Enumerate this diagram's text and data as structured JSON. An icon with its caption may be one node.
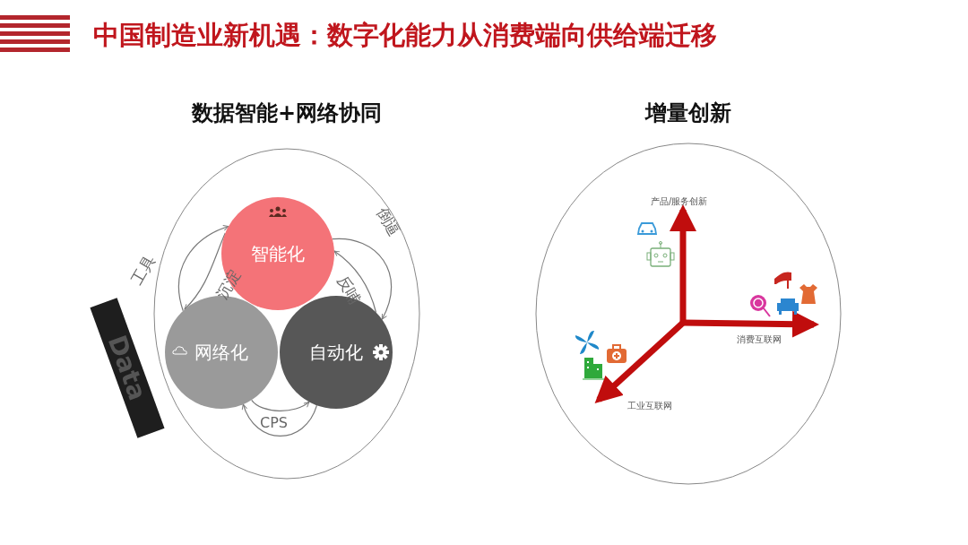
{
  "diagram": {
    "title": "中国制造业新机遇：数字化能力从消费端向供给端迁移",
    "nodes": [
      {
        "text": [
          "数据智能+网络协同"
        ]
      },
      {
        "text": [
          "智能化"
        ],
        "in": 0
      },
      {
        "text": [
          "网络化"
        ],
        "in": 0
      },
      {
        "text": [
          "自动化"
        ],
        "in": 0
      },
      {
        "text": [
          "Data"
        ]
      },
      {
        "text": [
          "增量创新"
        ]
      }
    ],
    "edges": [
      {
        "from": 2,
        "to": 1,
        "arrow": "to",
        "label": "工具"
      },
      {
        "from": 1,
        "to": 2,
        "arrow": "to",
        "label": "沉淀"
      },
      {
        "from": 3,
        "to": 1,
        "arrow": "to",
        "label": "反哺"
      },
      {
        "from": 1,
        "to": 3,
        "arrow": "to",
        "label": "倒逼"
      },
      {
        "from": 2,
        "to": 3,
        "arrow": "to",
        "label": "CPS"
      },
      {
        "from": 3,
        "to": 2,
        "arrow": "to"
      }
    ],
    "labels": [
      "产品/服务创新",
      "消费互联网",
      "工业互联网"
    ]
  }
}
